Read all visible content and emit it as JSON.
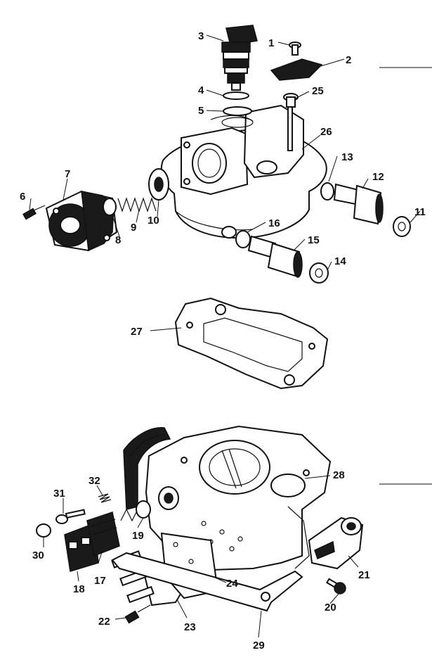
{
  "callouts": [
    "1",
    "2",
    "3",
    "4",
    "5",
    "6",
    "7",
    "8",
    "9",
    "10",
    "11",
    "12",
    "13",
    "14",
    "15",
    "16",
    "17",
    "18",
    "19",
    "20",
    "21",
    "22",
    "23",
    "24",
    "25",
    "26",
    "27",
    "28",
    "29",
    "30",
    "31",
    "32"
  ],
  "colors": {
    "ink": "#111111",
    "paper": "#ffffff"
  }
}
